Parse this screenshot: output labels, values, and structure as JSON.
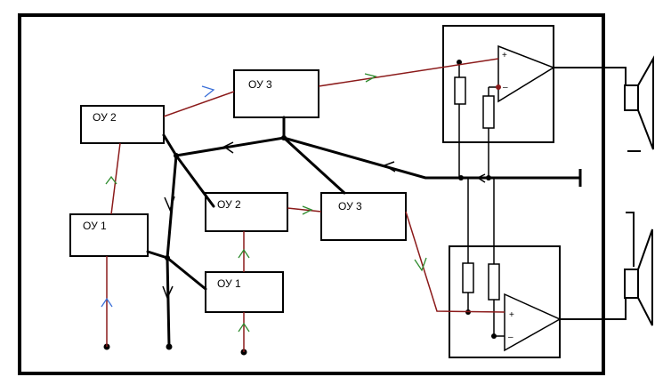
{
  "blocks": {
    "upper_ou1": "ОУ 1",
    "upper_ou2": "ОУ 2",
    "upper_ou3": "ОУ 3",
    "lower_ou1": "ОУ 1",
    "lower_ou2": "ОУ 2",
    "lower_ou3": "ОУ 3"
  },
  "amplifiers": {
    "top": {
      "plus": "+",
      "minus": "–"
    },
    "bottom": {
      "plus": "+",
      "minus": "–"
    }
  },
  "colors": {
    "wire": "#000000",
    "signal_red": "#8b1a1a",
    "arrow_green": "#2e8b2e",
    "arrow_blue": "#3a6fd8"
  },
  "icons": [
    "speaker-icon",
    "speaker-icon",
    "op-amp-icon",
    "op-amp-icon",
    "resistor-icon"
  ]
}
